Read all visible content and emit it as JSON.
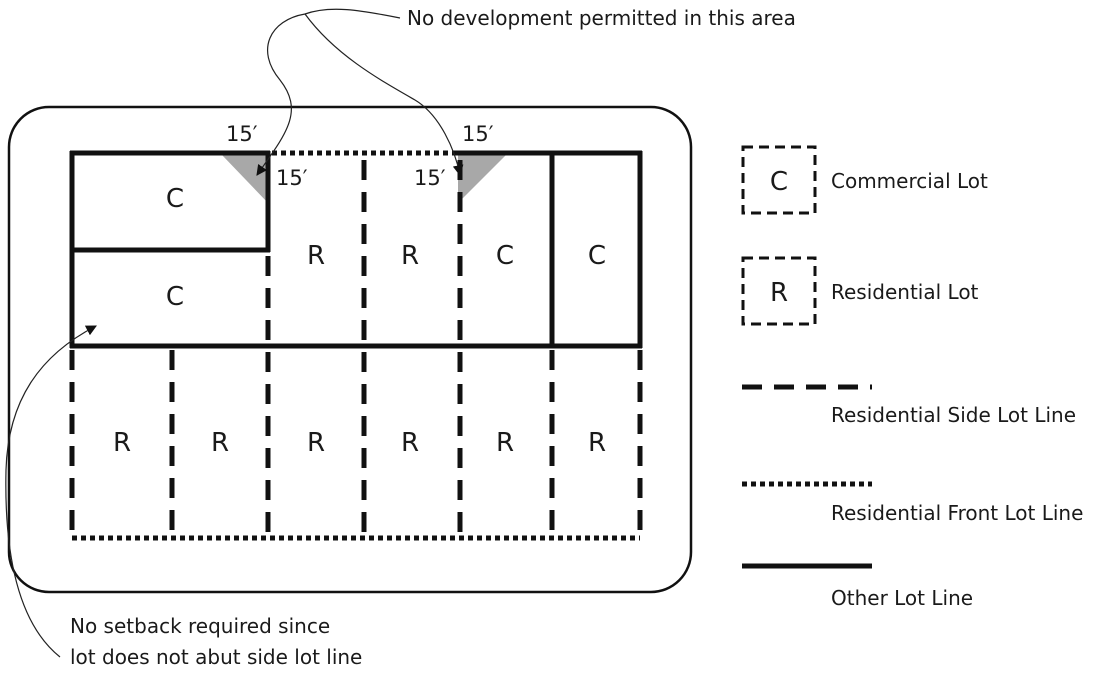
{
  "annotations": {
    "no_development": "No development permitted in this area",
    "no_setback_line1": "No setback required since",
    "no_setback_line2": "lot does not abut side lot line"
  },
  "dimensions": {
    "top_left_outer": "15′",
    "top_left_inner": "15′",
    "top_right_outer": "15′",
    "top_right_inner": "15′"
  },
  "lots": {
    "commercial_letter": "C",
    "residential_letter": "R"
  },
  "legend": {
    "commercial_box": "C",
    "commercial_label": "Commercial Lot",
    "residential_box": "R",
    "residential_label": "Residential Lot",
    "side_line_label": "Residential Side Lot Line",
    "front_line_label": "Residential Front Lot Line",
    "other_line_label": "Other Lot Line"
  },
  "colors": {
    "no_development_fill": "#a8a8a8",
    "line": "#111111"
  }
}
